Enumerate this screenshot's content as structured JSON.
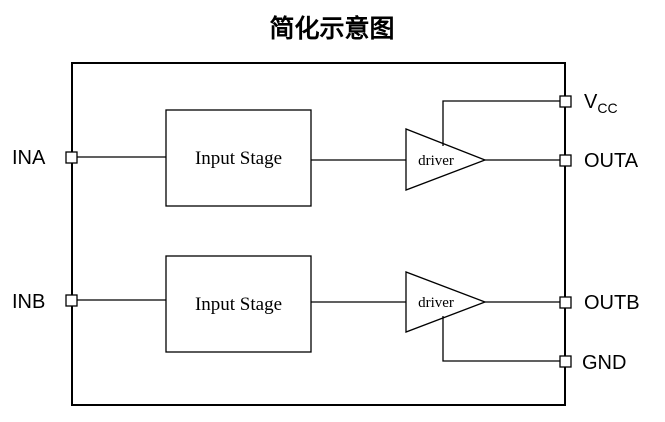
{
  "title": "简化示意图",
  "pins": {
    "ina": "INA",
    "inb": "INB",
    "vcc_main": "V",
    "vcc_sub": "CC",
    "outa": "OUTA",
    "outb": "OUTB",
    "gnd": "GND"
  },
  "blocks": {
    "input_stage_a": "Input Stage",
    "input_stage_b": "Input Stage",
    "driver_a": "driver",
    "driver_b": "driver"
  },
  "colors": {
    "line": "#000000",
    "background": "#ffffff"
  }
}
